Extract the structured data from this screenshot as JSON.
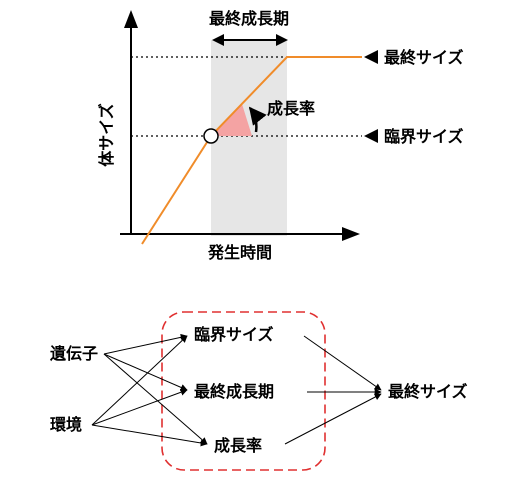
{
  "graph": {
    "y_axis_label": "体サイズ",
    "x_axis_label": "発生時間",
    "final_growth_period_label": "最終成長期",
    "growth_rate_label": "成長率",
    "final_size_label": "最終サイズ",
    "critical_size_label": "臨界サイズ",
    "line_color": "#f08c2a",
    "band_color": "#e6e6e6",
    "angle_color": "#f4a3a3"
  },
  "flow": {
    "sources": [
      "遺伝子",
      "環境"
    ],
    "factors": [
      "臨界サイズ",
      "最終成長期",
      "成長率"
    ],
    "result": "最終サイズ",
    "box_color": "#e03030"
  }
}
